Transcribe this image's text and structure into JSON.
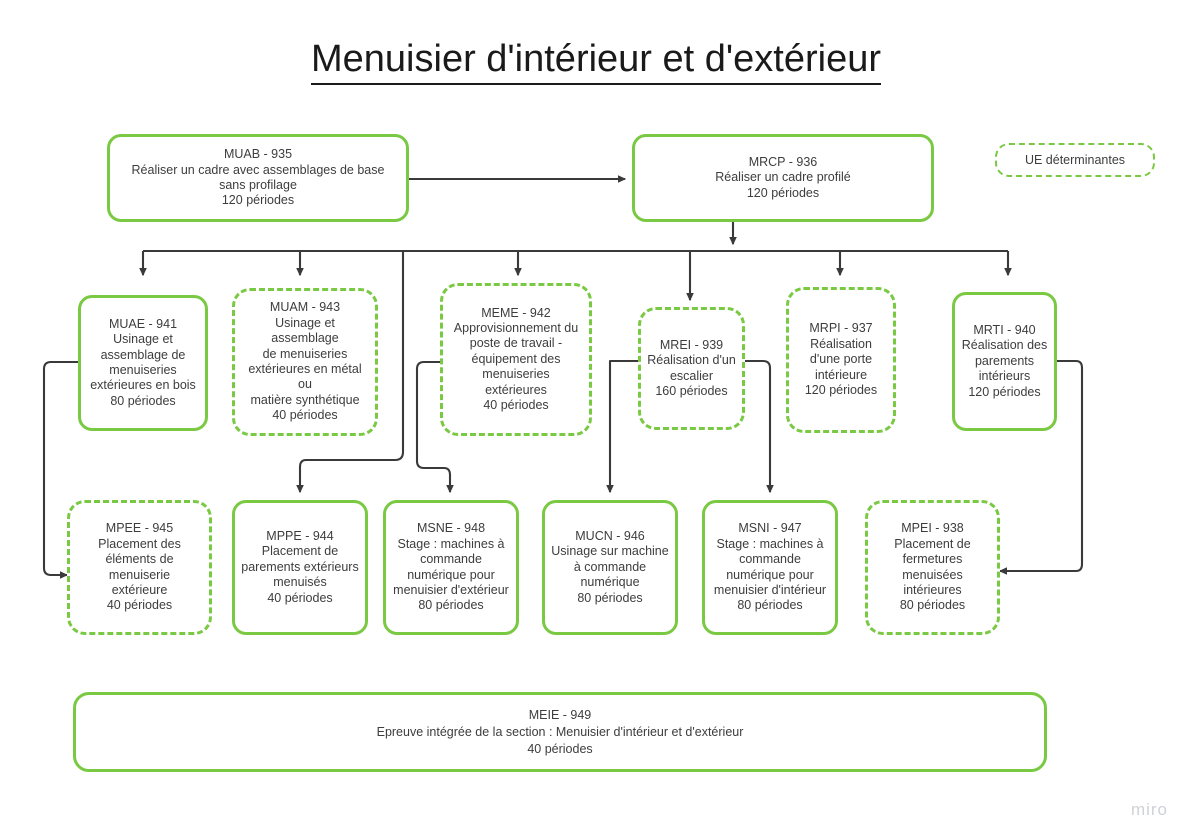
{
  "page": {
    "title": "Menuisier d'intérieur et d'extérieur",
    "watermark": "miro",
    "accent_color": "#7ac943",
    "line_color": "#3a3a3a",
    "text_color": "#3d3d3d",
    "background": "#ffffff"
  },
  "legend": {
    "label": "UE déterminantes",
    "style": "dashed-green-rounded"
  },
  "nodes": {
    "muab": {
      "code": "MUAB - 935",
      "title": "Réaliser un cadre avec assemblages de base\nsans profilage",
      "periods": "120 périodes",
      "full": "MUAB - 935\nRéaliser un cadre avec assemblages de base\nsans profilage\n120 périodes",
      "style": "solid"
    },
    "mrcp": {
      "code": "MRCP - 936",
      "title": "Réaliser un cadre  profilé",
      "periods": "120 périodes",
      "full": "MRCP - 936\nRéaliser un cadre  profilé\n120 périodes",
      "style": "solid"
    },
    "muae": {
      "code": "MUAE - 941",
      "title": "Usinage et assemblage de menuiseries extérieures en bois",
      "periods": "80 périodes",
      "full": "MUAE - 941\nUsinage et\nassemblage de\nmenuiseries\nextérieures en bois\n80 périodes",
      "style": "solid"
    },
    "muam": {
      "code": "MUAM - 943",
      "title": "Usinage et assemblage de menuiseries extérieures en métal ou matière synthétique",
      "periods": "40 périodes",
      "full": "MUAM - 943\nUsinage et assemblage\nde menuiseries\nextérieures en métal ou\nmatière synthétique\n40 périodes",
      "style": "dashed"
    },
    "meme": {
      "code": "MEME - 942",
      "title": "Approvisionnement du poste de travail - équipement des menuiseries extérieures",
      "periods": "40 périodes",
      "full": "MEME - 942\nApprovisionnement du\nposte de travail -\néquipement des\nmenuiseries\nextérieures\n40 périodes",
      "style": "dashed"
    },
    "mrei": {
      "code": "MREI - 939",
      "title": "Réalisation d'un escalier",
      "periods": "160 périodes",
      "full": "MREI - 939\nRéalisation d'un\nescalier\n160 périodes",
      "style": "dashed"
    },
    "mrpi": {
      "code": "MRPI - 937",
      "title": "Réalisation d'une porte intérieure",
      "periods": "120 périodes",
      "full": "MRPI - 937\nRéalisation\nd'une porte\nintérieure\n120 périodes",
      "style": "dashed"
    },
    "mrti": {
      "code": "MRTI - 940",
      "title": "Réalisation des parements intérieurs",
      "periods": "120 périodes",
      "full": "MRTI - 940\nRéalisation des\nparements\nintérieurs\n120 périodes",
      "style": "solid"
    },
    "mpee": {
      "code": "MPEE - 945",
      "title": "Placement des éléments de menuiserie extérieure",
      "periods": "40 périodes",
      "full": "MPEE - 945\nPlacement des\néléments de\nmenuiserie\nextérieure\n40 périodes",
      "style": "dashed"
    },
    "mppe": {
      "code": "MPPE - 944",
      "title": "Placement de parements extérieurs menuisés",
      "periods": "40 périodes",
      "full": "MPPE - 944\nPlacement de\nparements extérieurs\nmenuisés\n40 périodes",
      "style": "solid"
    },
    "msne": {
      "code": "MSNE - 948",
      "title": "Stage : machines à commande numérique pour menuisier d'extérieur",
      "periods": "80 périodes",
      "full": "MSNE - 948\nStage : machines à\ncommande\nnumérique pour\nmenuisier d'extérieur\n80 périodes",
      "style": "solid"
    },
    "mucn": {
      "code": "MUCN - 946",
      "title": "Usinage sur machine à commande numérique",
      "periods": "80 périodes",
      "full": "MUCN - 946\nUsinage sur machine\nà commande\nnumérique\n80 périodes",
      "style": "solid"
    },
    "msni": {
      "code": "MSNI - 947",
      "title": "Stage : machines à commande numérique pour menuisier d'intérieur",
      "periods": "80 périodes",
      "full": "MSNI - 947\nStage : machines à\ncommande\nnumérique pour\nmenuisier d'intérieur\n80 périodes",
      "style": "solid"
    },
    "mpei": {
      "code": "MPEI - 938",
      "title": "Placement de fermetures menuisées intérieures",
      "periods": "80 périodes",
      "full": "MPEI - 938\nPlacement de\nfermetures\nmenuisées\nintérieures\n80 périodes",
      "style": "dashed"
    },
    "meie": {
      "code": "MEIE - 949",
      "title": "Epreuve intégrée de la section : Menuisier d'intérieur et d'extérieur",
      "periods": "40 périodes",
      "full": "MEIE - 949\nEpreuve intégrée de la section : Menuisier d'intérieur et d'extérieur\n40 périodes",
      "style": "solid"
    }
  },
  "edges": [
    {
      "from": "muab",
      "to": "mrcp"
    },
    {
      "from": "mrcp",
      "to": "muae"
    },
    {
      "from": "mrcp",
      "to": "muam"
    },
    {
      "from": "mrcp",
      "to": "meme"
    },
    {
      "from": "mrcp",
      "to": "mrei"
    },
    {
      "from": "mrcp",
      "to": "mrpi"
    },
    {
      "from": "mrcp",
      "to": "mrti"
    },
    {
      "from": "mrcp",
      "to": "mppe"
    },
    {
      "from": "muae",
      "to": "mpee"
    },
    {
      "from": "meme",
      "to": "msne"
    },
    {
      "from": "mrei",
      "to": "mucn"
    },
    {
      "from": "mrei",
      "to": "msni"
    },
    {
      "from": "mrti",
      "to": "mpei"
    }
  ]
}
